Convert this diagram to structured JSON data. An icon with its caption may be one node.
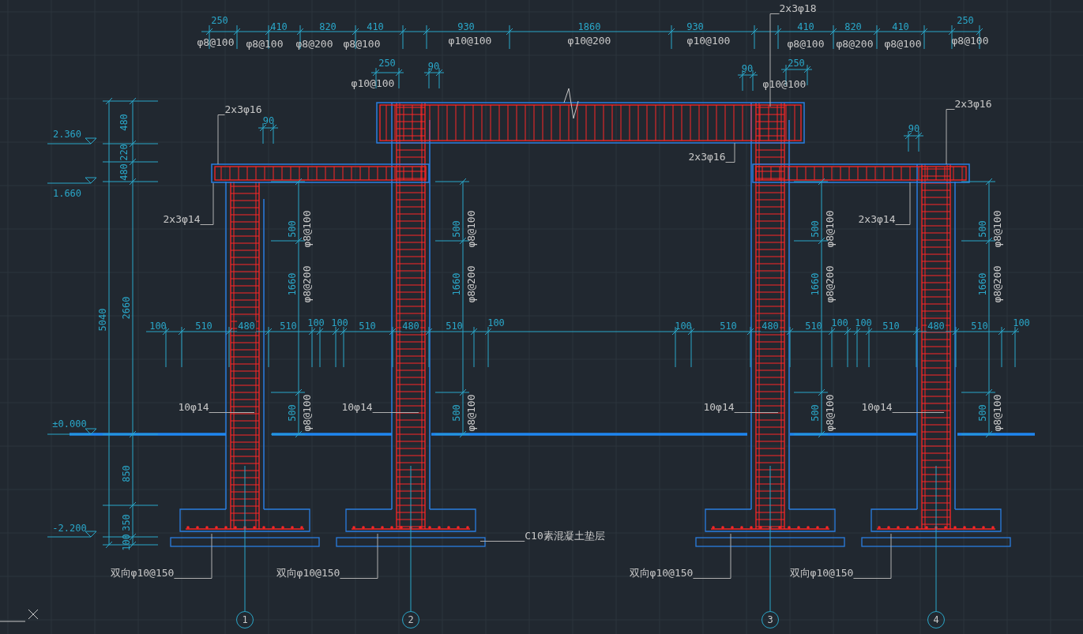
{
  "diagram": {
    "nodes": [
      {
        "text": [
          "2x3φ16"
        ]
      },
      {
        "text": [
          "2x3φ14"
        ]
      },
      {
        "text": [
          "2x3φ18"
        ]
      },
      {
        "text": [
          "2x3φ16"
        ]
      },
      {
        "text": [
          "2x3φ16"
        ]
      },
      {
        "text": [
          "2x3φ14"
        ]
      },
      {
        "text": [
          "10φ14"
        ]
      },
      {
        "text": [
          "10φ14"
        ]
      },
      {
        "text": [
          "10φ14"
        ]
      },
      {
        "text": [
          "10φ14"
        ]
      },
      {
        "text": [
          "C10素混凝土垫层"
        ]
      },
      {
        "text": [
          "双向φ10@150"
        ]
      },
      {
        "text": [
          "双向φ10@150"
        ]
      },
      {
        "text": [
          "双向φ10@150"
        ]
      },
      {
        "text": [
          "双向φ10@150"
        ]
      },
      {
        "text": [
          "1"
        ]
      },
      {
        "text": [
          "2"
        ]
      },
      {
        "text": [
          "3"
        ]
      },
      {
        "text": [
          "4"
        ]
      }
    ],
    "edges": [
      {
        "from": 0,
        "to": null,
        "arrow": "none"
      },
      {
        "from": 1,
        "to": null,
        "arrow": "none"
      },
      {
        "from": 2,
        "to": null,
        "arrow": "none"
      },
      {
        "from": 3,
        "to": null,
        "arrow": "none"
      },
      {
        "from": 4,
        "to": null,
        "arrow": "none"
      },
      {
        "from": 5,
        "to": null,
        "arrow": "none"
      },
      {
        "from": 6,
        "to": null,
        "arrow": "none"
      },
      {
        "from": 7,
        "to": null,
        "arrow": "none"
      },
      {
        "from": 8,
        "to": null,
        "arrow": "none"
      },
      {
        "from": 9,
        "to": null,
        "arrow": "none"
      },
      {
        "from": 10,
        "to": null,
        "arrow": "none"
      },
      {
        "from": 11,
        "to": null,
        "arrow": "none"
      },
      {
        "from": 12,
        "to": null,
        "arrow": "none"
      },
      {
        "from": 13,
        "to": null,
        "arrow": "none"
      },
      {
        "from": 14,
        "to": null,
        "arrow": "none"
      }
    ],
    "labels": [
      "250",
      "410",
      "820",
      "410",
      "930",
      "1860",
      "930",
      "410",
      "820",
      "410",
      "250",
      "φ8@100",
      "φ8@100",
      "φ8@200",
      "φ8@100",
      "φ10@100",
      "φ10@200",
      "φ10@100",
      "φ8@100",
      "φ8@200",
      "φ8@100",
      "φ8@100",
      "250",
      "90",
      "φ10@100",
      "90",
      "250",
      "φ10@100",
      "90",
      "90",
      "2.360",
      "480",
      "220",
      "1.660",
      "480",
      "5040",
      "2660",
      "500",
      "φ8@100",
      "1660",
      "φ8@200",
      "500",
      "φ8@100",
      "1660",
      "φ8@200",
      "500",
      "φ8@100",
      "1660",
      "φ8@200",
      "500",
      "φ8@100",
      "1660",
      "φ8@200",
      "100",
      "510",
      "480",
      "510",
      "100",
      "100",
      "510",
      "480",
      "510",
      "100",
      "100",
      "510",
      "480",
      "510",
      "100",
      "100",
      "510",
      "480",
      "510",
      "100",
      "500",
      "φ8@100",
      "500",
      "φ8@100",
      "500",
      "φ8@100",
      "500",
      "φ8@100",
      "±0.000",
      "850",
      "-2.200",
      "350",
      "100"
    ]
  }
}
